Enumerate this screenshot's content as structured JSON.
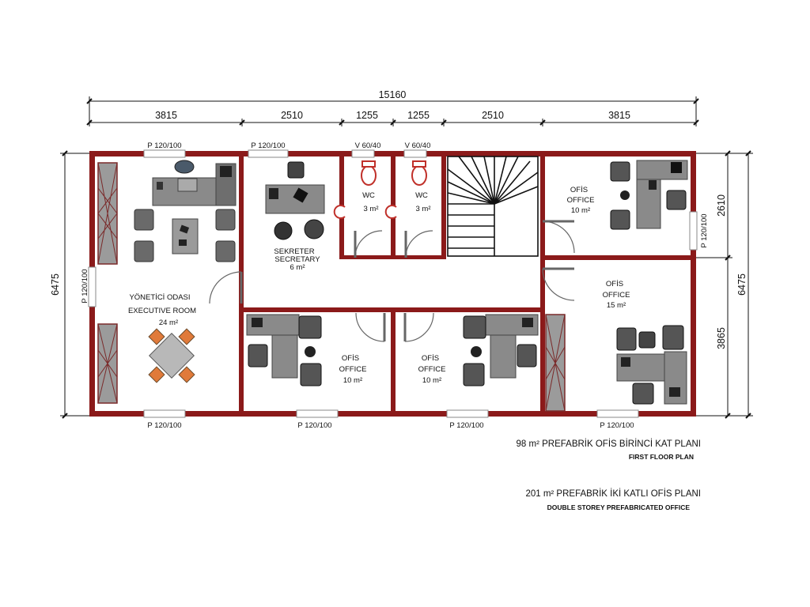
{
  "dimensions": {
    "total_width": "15160",
    "top_segments": [
      "3815",
      "2510",
      "1255",
      "1255",
      "2510",
      "3815"
    ],
    "left_height": "6475",
    "right_total": "6475",
    "right_top": "2610",
    "right_bottom": "3865"
  },
  "windows": {
    "top_exec": "P 120/100",
    "top_secretary": "P 120/100",
    "top_wc1": "V 60/40",
    "top_wc2": "V 60/40",
    "left": "P 120/100",
    "right": "P 120/100",
    "bottom_1": "P 120/100",
    "bottom_2": "P 120/100",
    "bottom_3": "P 120/100",
    "bottom_4": "P 120/100"
  },
  "rooms": {
    "executive": {
      "line1": "YÖNETİCİ ODASI",
      "line2": "EXECUTIVE ROOM",
      "area": "24 m²"
    },
    "secretary": {
      "line1": "SEKRETER",
      "line2": "SECRETARY",
      "area": "6 m²"
    },
    "wc1": {
      "line1": "WC",
      "area": "3 m²"
    },
    "wc2": {
      "line1": "WC",
      "area": "3 m²"
    },
    "office_ne": {
      "line1": "OFİS",
      "line2": "OFFICE",
      "area": "10 m²"
    },
    "office_e": {
      "line1": "OFİS",
      "line2": "OFFICE",
      "area": "15 m²"
    },
    "office_c1": {
      "line1": "OFİS",
      "line2": "OFFICE",
      "area": "10 m²"
    },
    "office_c2": {
      "line1": "OFİS",
      "line2": "OFFICE",
      "area": "10 m²"
    }
  },
  "captions": {
    "floor_plan_tr": "98 m² PREFABRİK OFİS BİRİNCİ KAT PLANI",
    "floor_plan_en": "FIRST FLOOR PLAN",
    "office_plan_tr": "201  m² PREFABRİK İKİ KATLI OFİS PLANI",
    "office_plan_en": "DOUBLE STOREY PREFABRICATED OFFICE"
  },
  "colors": {
    "wall": "#8b1a1a",
    "furniture": "#555555",
    "chair_accent": "#e07a3a",
    "wc_accent": "#c0302a"
  }
}
